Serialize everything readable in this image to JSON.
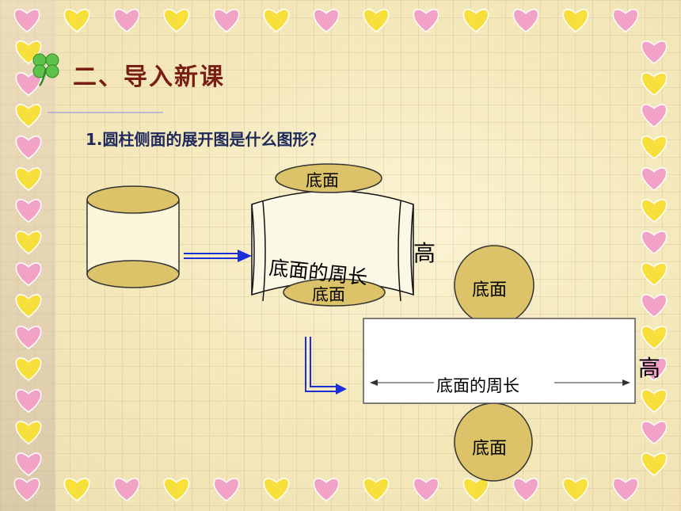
{
  "slide": {
    "title": "二、导入新课",
    "question": "1.圆柱侧面的展开图是什么图形？"
  },
  "diagram": {
    "top_base_label": "底面",
    "curved_circumference_label": "底面的周长",
    "bottom_base_label_curved": "底面",
    "height_label_curved": "高",
    "circle_top_label": "底面",
    "circle_bottom_label": "底面",
    "rect_bottom_label": "底面的周长",
    "rect_height_label": "高"
  },
  "colors": {
    "title": "#7a1d12",
    "question": "#1e2a5c",
    "shape_fill": "#dcc36a",
    "arrow": "#1a2fd6",
    "heart_pink": "#f2a2c4",
    "heart_yellow": "#f7df3c"
  },
  "icons": {
    "bullet": "clover-icon"
  }
}
